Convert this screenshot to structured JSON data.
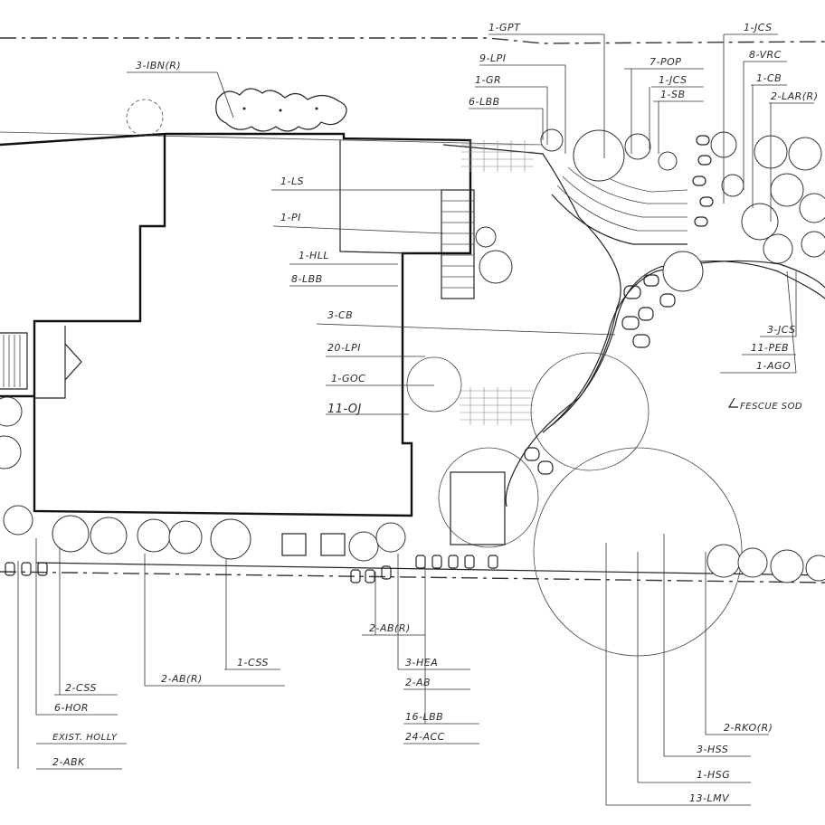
{
  "labels_top": {
    "l_1gpt": "1-GPT",
    "l_9lpi": "9-LPI",
    "l_1gr": "1-GR",
    "l_6lbb": "6-LBB",
    "l_7pop": "7-POP",
    "l_1jcs_a": "1-JCS",
    "l_1sb": "1-SB",
    "l_1jcs_b": "1-JCS",
    "l_8vrc": "8-VRC",
    "l_1cb": "1-CB",
    "l_2lar": "2-LAR(R)",
    "l_3ibn": "3-IBN(R)"
  },
  "labels_house": {
    "l_1ls": "1-LS",
    "l_1pi": "1-PI",
    "l_1hll": "1-HLL",
    "l_8lbb": "8-LBB",
    "l_3cb": "3-CB",
    "l_20lpi": "20-LPI",
    "l_1goc": "1-GOC",
    "l_11oj": "11-OJ"
  },
  "labels_right": {
    "l_3jcs": "3-JCS",
    "l_11peb": "11-PEB",
    "l_1ago": "1-AGO",
    "l_fescue": "FESCUE SOD"
  },
  "labels_bottom": {
    "l_2css": "2-CSS",
    "l_6hor": "6-HOR",
    "l_exist": "EXIST. HOLLY",
    "l_2abk": "2-ABK",
    "l_2ab_a": "2-AB(R)",
    "l_1css": "1-CSS",
    "l_2ab_b": "2-AB(R)",
    "l_3hea": "3-HEA",
    "l_2ab_c": "2-AB",
    "l_16lbb": "16-LBB",
    "l_24acc": "24-ACC",
    "l_2rko": "2-RKO(R)",
    "l_3hss": "3-HSS",
    "l_1hsg": "1-HSG",
    "l_13lmv": "13-LMV"
  }
}
